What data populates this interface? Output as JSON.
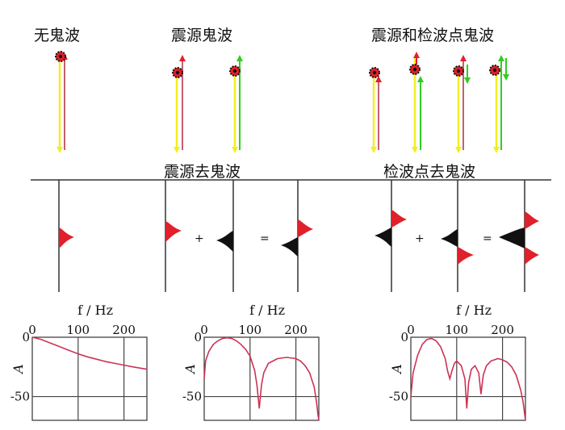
{
  "scenarios": [
    {
      "title": "无鬼波"
    },
    {
      "title": "震源鬼波"
    },
    {
      "title": "震源和检波点鬼波"
    }
  ],
  "sections": [
    {
      "title": "震源去鬼波"
    },
    {
      "title": "检波点去鬼波"
    }
  ],
  "operators": {
    "plus": "+",
    "equals": "="
  },
  "colors": {
    "primary": "#e0202a",
    "ghost": "#111111",
    "ray_yellow": "#f2ee22",
    "ray_green": "#33cc22",
    "ray_red": "#e0202a",
    "spectrum": "#cc3355"
  },
  "chart_data": [
    {
      "type": "line",
      "xlabel": "f / Hz",
      "ylabel": "A",
      "xticks": [
        "0",
        "100",
        "200"
      ],
      "yticks": [
        "0",
        "-50"
      ],
      "xlim": [
        0,
        250
      ],
      "ylim": [
        -70,
        0
      ],
      "grid": true,
      "series": [
        {
          "x": [
            0,
            20,
            40,
            60,
            80,
            100,
            120,
            140,
            160,
            180,
            200,
            220,
            250
          ],
          "y": [
            0,
            -2,
            -5,
            -8,
            -11,
            -14,
            -16.5,
            -18.5,
            -20.5,
            -22,
            -23.5,
            -25,
            -27
          ]
        }
      ]
    },
    {
      "type": "line",
      "xlabel": "f / Hz",
      "ylabel": "A",
      "xticks": [
        "0",
        "100",
        "200"
      ],
      "yticks": [
        "0",
        "-50"
      ],
      "xlim": [
        0,
        250
      ],
      "ylim": [
        -70,
        0
      ],
      "grid": true,
      "series": [
        {
          "x": [
            0,
            3,
            10,
            20,
            30,
            40,
            50,
            60,
            70,
            80,
            90,
            100,
            110,
            115,
            120,
            125,
            130,
            140,
            160,
            180,
            200,
            210,
            220,
            230,
            240,
            245,
            248,
            250
          ],
          "y": [
            -35,
            -20,
            -12,
            -6,
            -3,
            -1,
            -0.5,
            -1,
            -3,
            -6,
            -10,
            -16,
            -28,
            -40,
            -60,
            -40,
            -30,
            -22,
            -18,
            -17,
            -18,
            -20,
            -24,
            -30,
            -42,
            -55,
            -65,
            -70
          ]
        }
      ]
    },
    {
      "type": "line",
      "xlabel": "f / Hz",
      "ylabel": "A",
      "xticks": [
        "0",
        "100",
        "200"
      ],
      "yticks": [
        "0",
        "-50"
      ],
      "xlim": [
        0,
        250
      ],
      "ylim": [
        -70,
        0
      ],
      "grid": true,
      "series": [
        {
          "x": [
            0,
            5,
            15,
            25,
            35,
            45,
            55,
            65,
            75,
            80,
            85,
            90,
            95,
            100,
            110,
            118,
            122,
            126,
            132,
            140,
            148,
            153,
            158,
            165,
            175,
            190,
            200,
            210,
            220,
            230,
            240,
            245,
            250
          ],
          "y": [
            -50,
            -30,
            -15,
            -6,
            -2,
            -1,
            -3,
            -8,
            -18,
            -28,
            -35,
            -28,
            -22,
            -20,
            -24,
            -35,
            -60,
            -38,
            -27,
            -24,
            -30,
            -48,
            -32,
            -24,
            -20,
            -18,
            -19,
            -21,
            -25,
            -32,
            -45,
            -55,
            -70
          ]
        }
      ]
    }
  ]
}
